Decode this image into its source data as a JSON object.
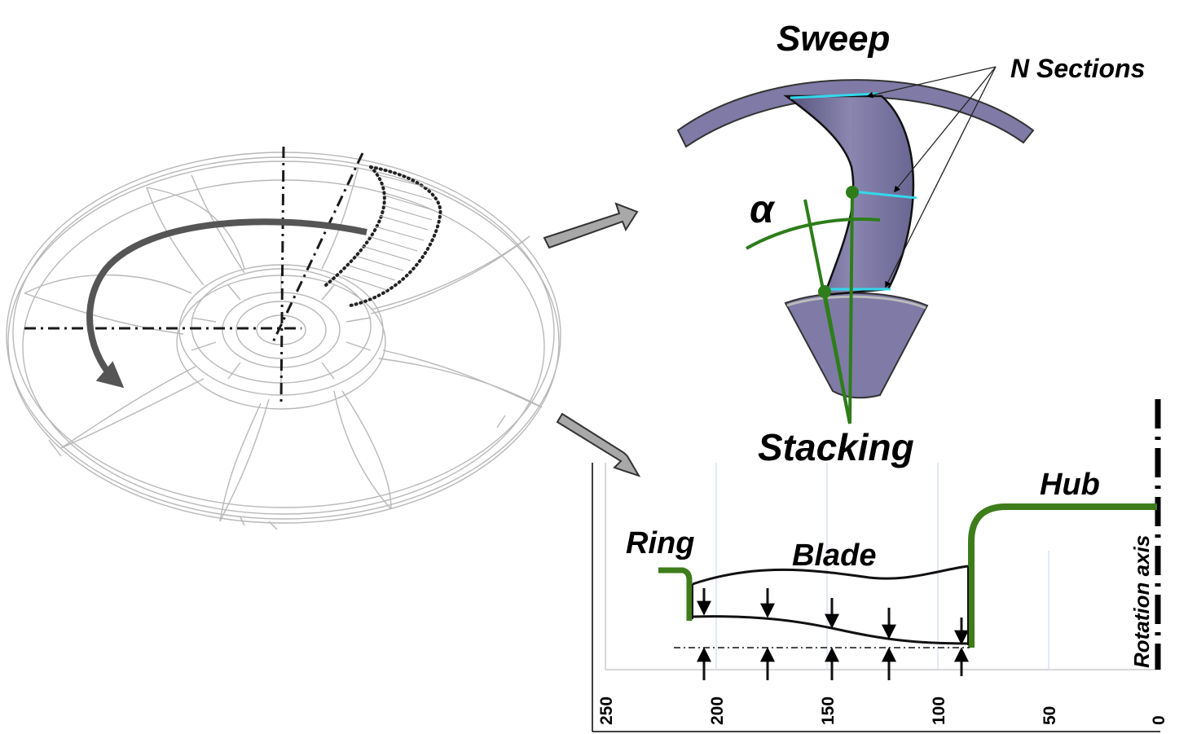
{
  "labels": {
    "sweep": "Sweep",
    "n_sections": "N Sections",
    "alpha": "α",
    "stacking": "Stacking",
    "hub": "Hub",
    "ring": "Ring",
    "blade": "Blade",
    "rotation_axis": "Rotation axis"
  },
  "profile_axis": {
    "ticks": [
      "250",
      "200",
      "150",
      "100",
      "50",
      "0"
    ]
  },
  "colors": {
    "green": "#2e7d1a",
    "blade_fill": "#7c78a2",
    "cyan": "#33d8ec"
  }
}
